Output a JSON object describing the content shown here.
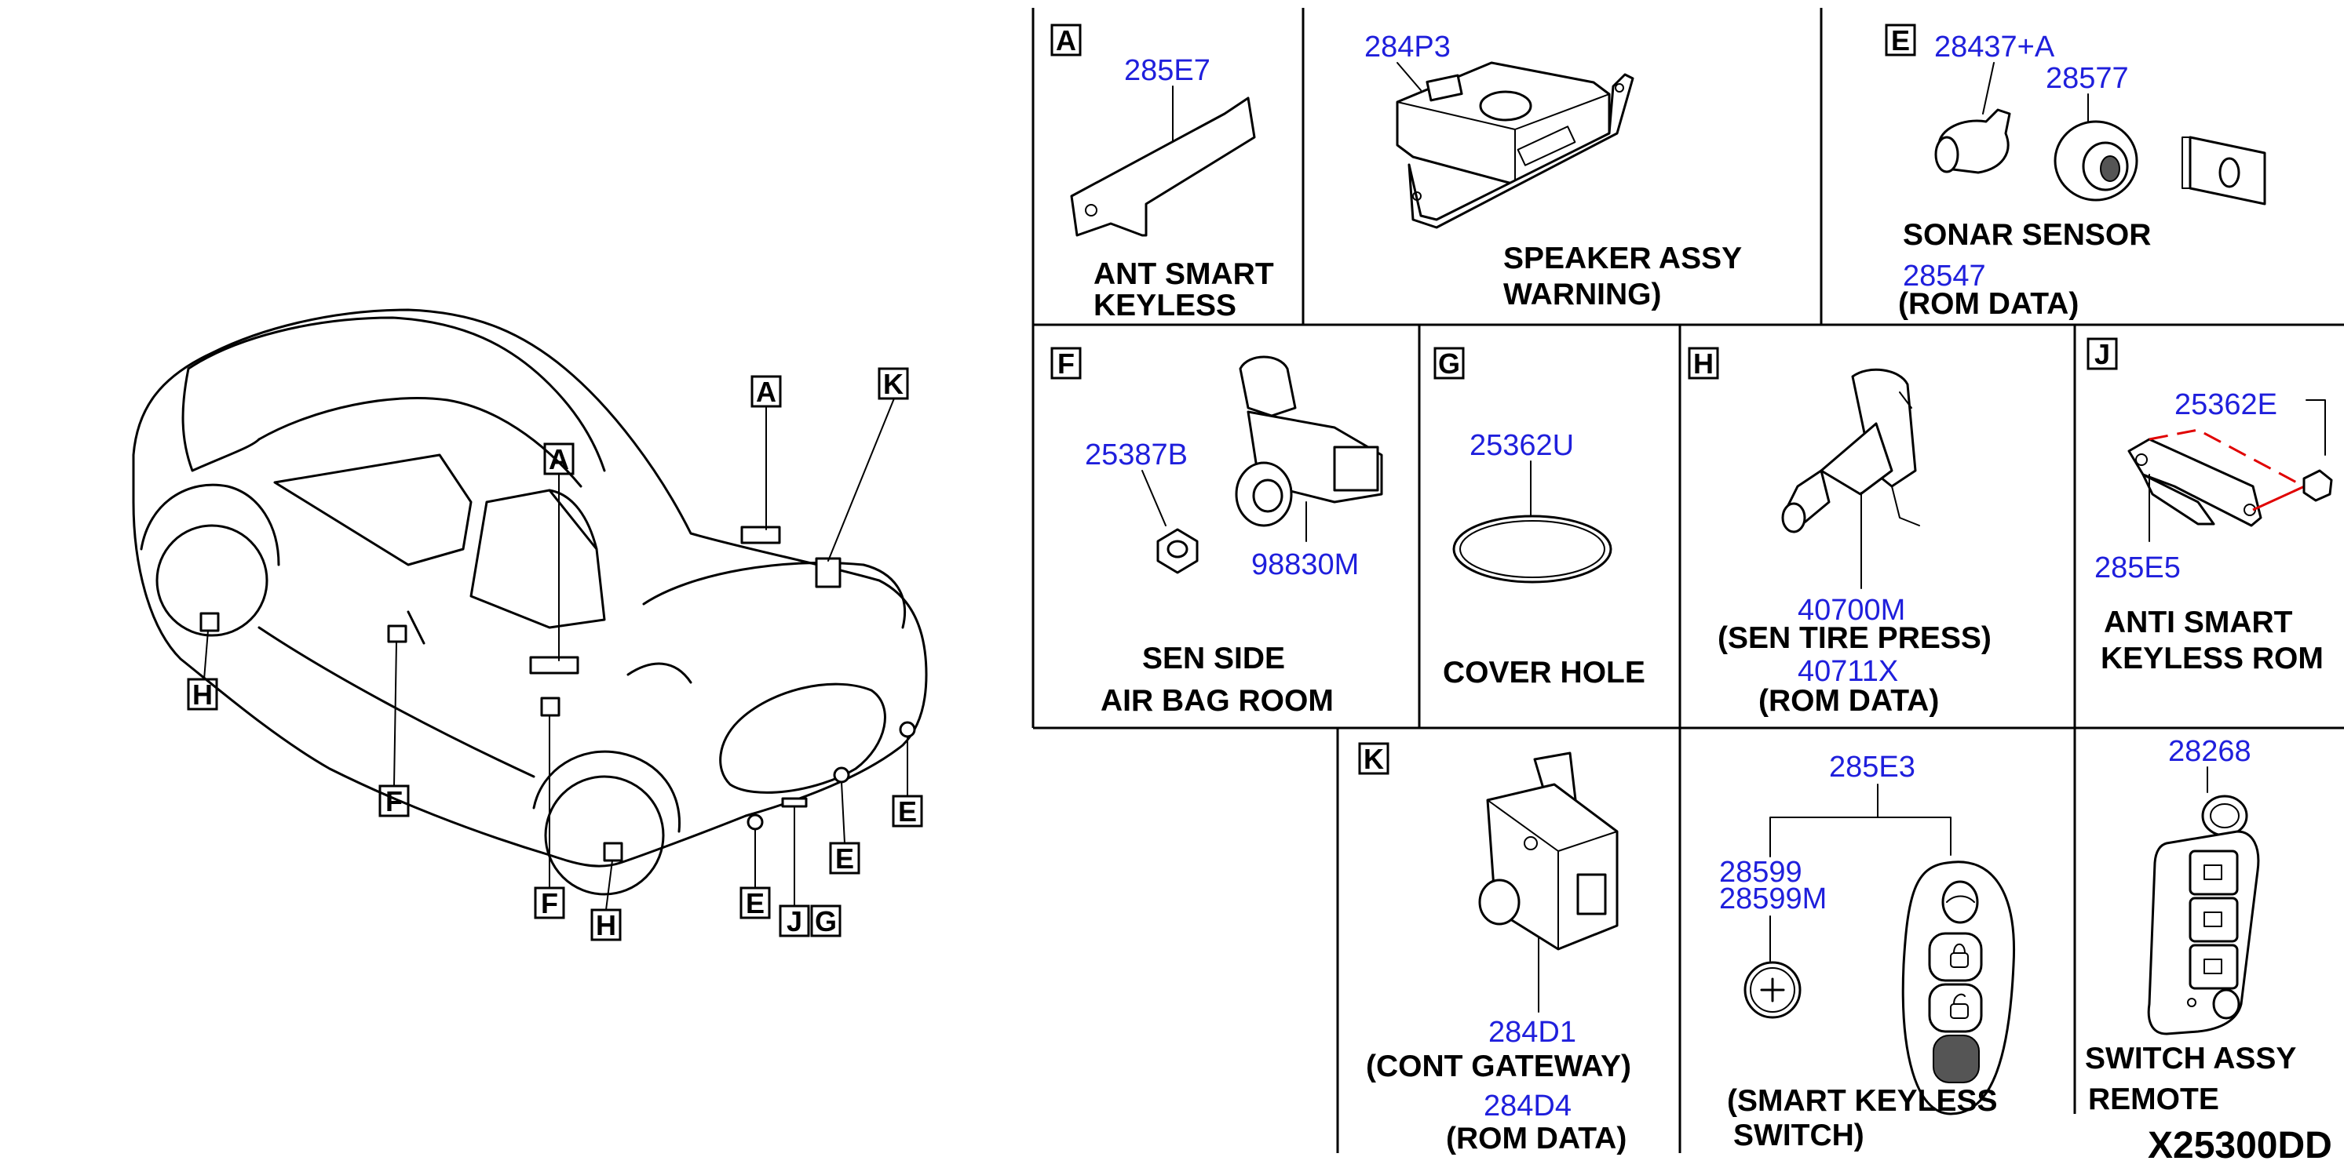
{
  "diagram_code": "X25300DD",
  "callout_letters": [
    "A",
    "K",
    "A",
    "H",
    "F",
    "F",
    "H",
    "E",
    "E",
    "E",
    "J",
    "G"
  ],
  "panels": {
    "A": {
      "letter": "A",
      "part_numbers": [
        "285E7"
      ],
      "description": [
        "ANT SMART",
        "KEYLESS"
      ]
    },
    "speaker": {
      "part_numbers": [
        "284P3"
      ],
      "description": [
        "SPEAKER ASSY",
        "WARNING)"
      ]
    },
    "E": {
      "letter": "E",
      "part_numbers": [
        "28437+A",
        "28577",
        "28547"
      ],
      "description": [
        "SONAR SENSOR",
        "(ROM DATA)"
      ]
    },
    "F": {
      "letter": "F",
      "part_numbers": [
        "25387B",
        "98830M"
      ],
      "description": [
        "SEN SIDE",
        "AIR BAG ROOM"
      ]
    },
    "G": {
      "letter": "G",
      "part_numbers": [
        "25362U"
      ],
      "description": [
        "COVER HOLE"
      ]
    },
    "H": {
      "letter": "H",
      "part_numbers": [
        "40700M",
        "40711X"
      ],
      "description": [
        "(SEN TIRE PRESS)",
        "(ROM DATA)"
      ]
    },
    "J": {
      "letter": "J",
      "part_numbers": [
        "25362E",
        "285E5"
      ],
      "description": [
        "ANTI SMART",
        "KEYLESS ROM"
      ]
    },
    "K": {
      "letter": "K",
      "part_numbers": [
        "284D1",
        "284D4"
      ],
      "description": [
        "(CONT GATEWAY)",
        "(ROM DATA)"
      ]
    },
    "smart_keyless": {
      "part_numbers": [
        "285E3",
        "28599",
        "28599M"
      ],
      "description": [
        "(SMART KEYLESS",
        "SWITCH)"
      ]
    },
    "remote": {
      "part_numbers": [
        "28268"
      ],
      "description": [
        "SWITCH ASSY",
        "REMOTE"
      ]
    }
  }
}
